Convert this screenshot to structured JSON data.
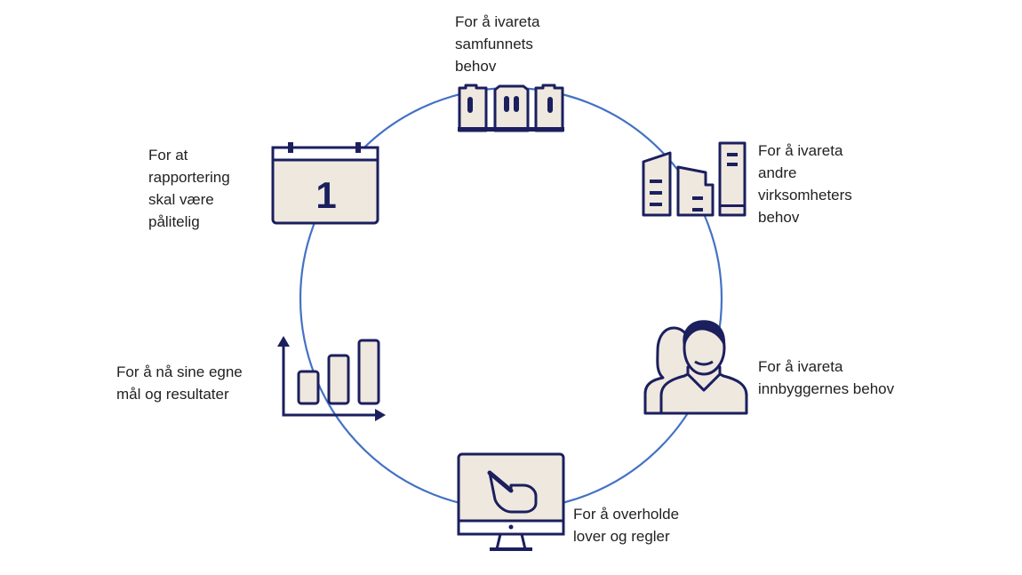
{
  "colors": {
    "ring": "#4472c4",
    "stroke": "#1b1f5e",
    "fill": "#eee8df"
  },
  "items": [
    {
      "id": "society",
      "icon": "town-hall-icon",
      "label": "For å ivareta\nsamfunnets\nbehov"
    },
    {
      "id": "businesses",
      "icon": "buildings-icon",
      "label": "For å ivareta\nandre\nvirksomheters\nbehov"
    },
    {
      "id": "citizens",
      "icon": "people-icon",
      "label": "For å ivareta\ninnbyggernes behov"
    },
    {
      "id": "compliance",
      "icon": "monitor-pointer-icon",
      "label": "For å overholde\nlover og regler"
    },
    {
      "id": "goals",
      "icon": "bar-chart-icon",
      "label": "For å nå sine egne\nmål og resultater"
    },
    {
      "id": "reporting",
      "icon": "calendar-icon",
      "label": "For at\nrapportering\nskal være\npålitelig"
    }
  ],
  "calendar_day": "1"
}
